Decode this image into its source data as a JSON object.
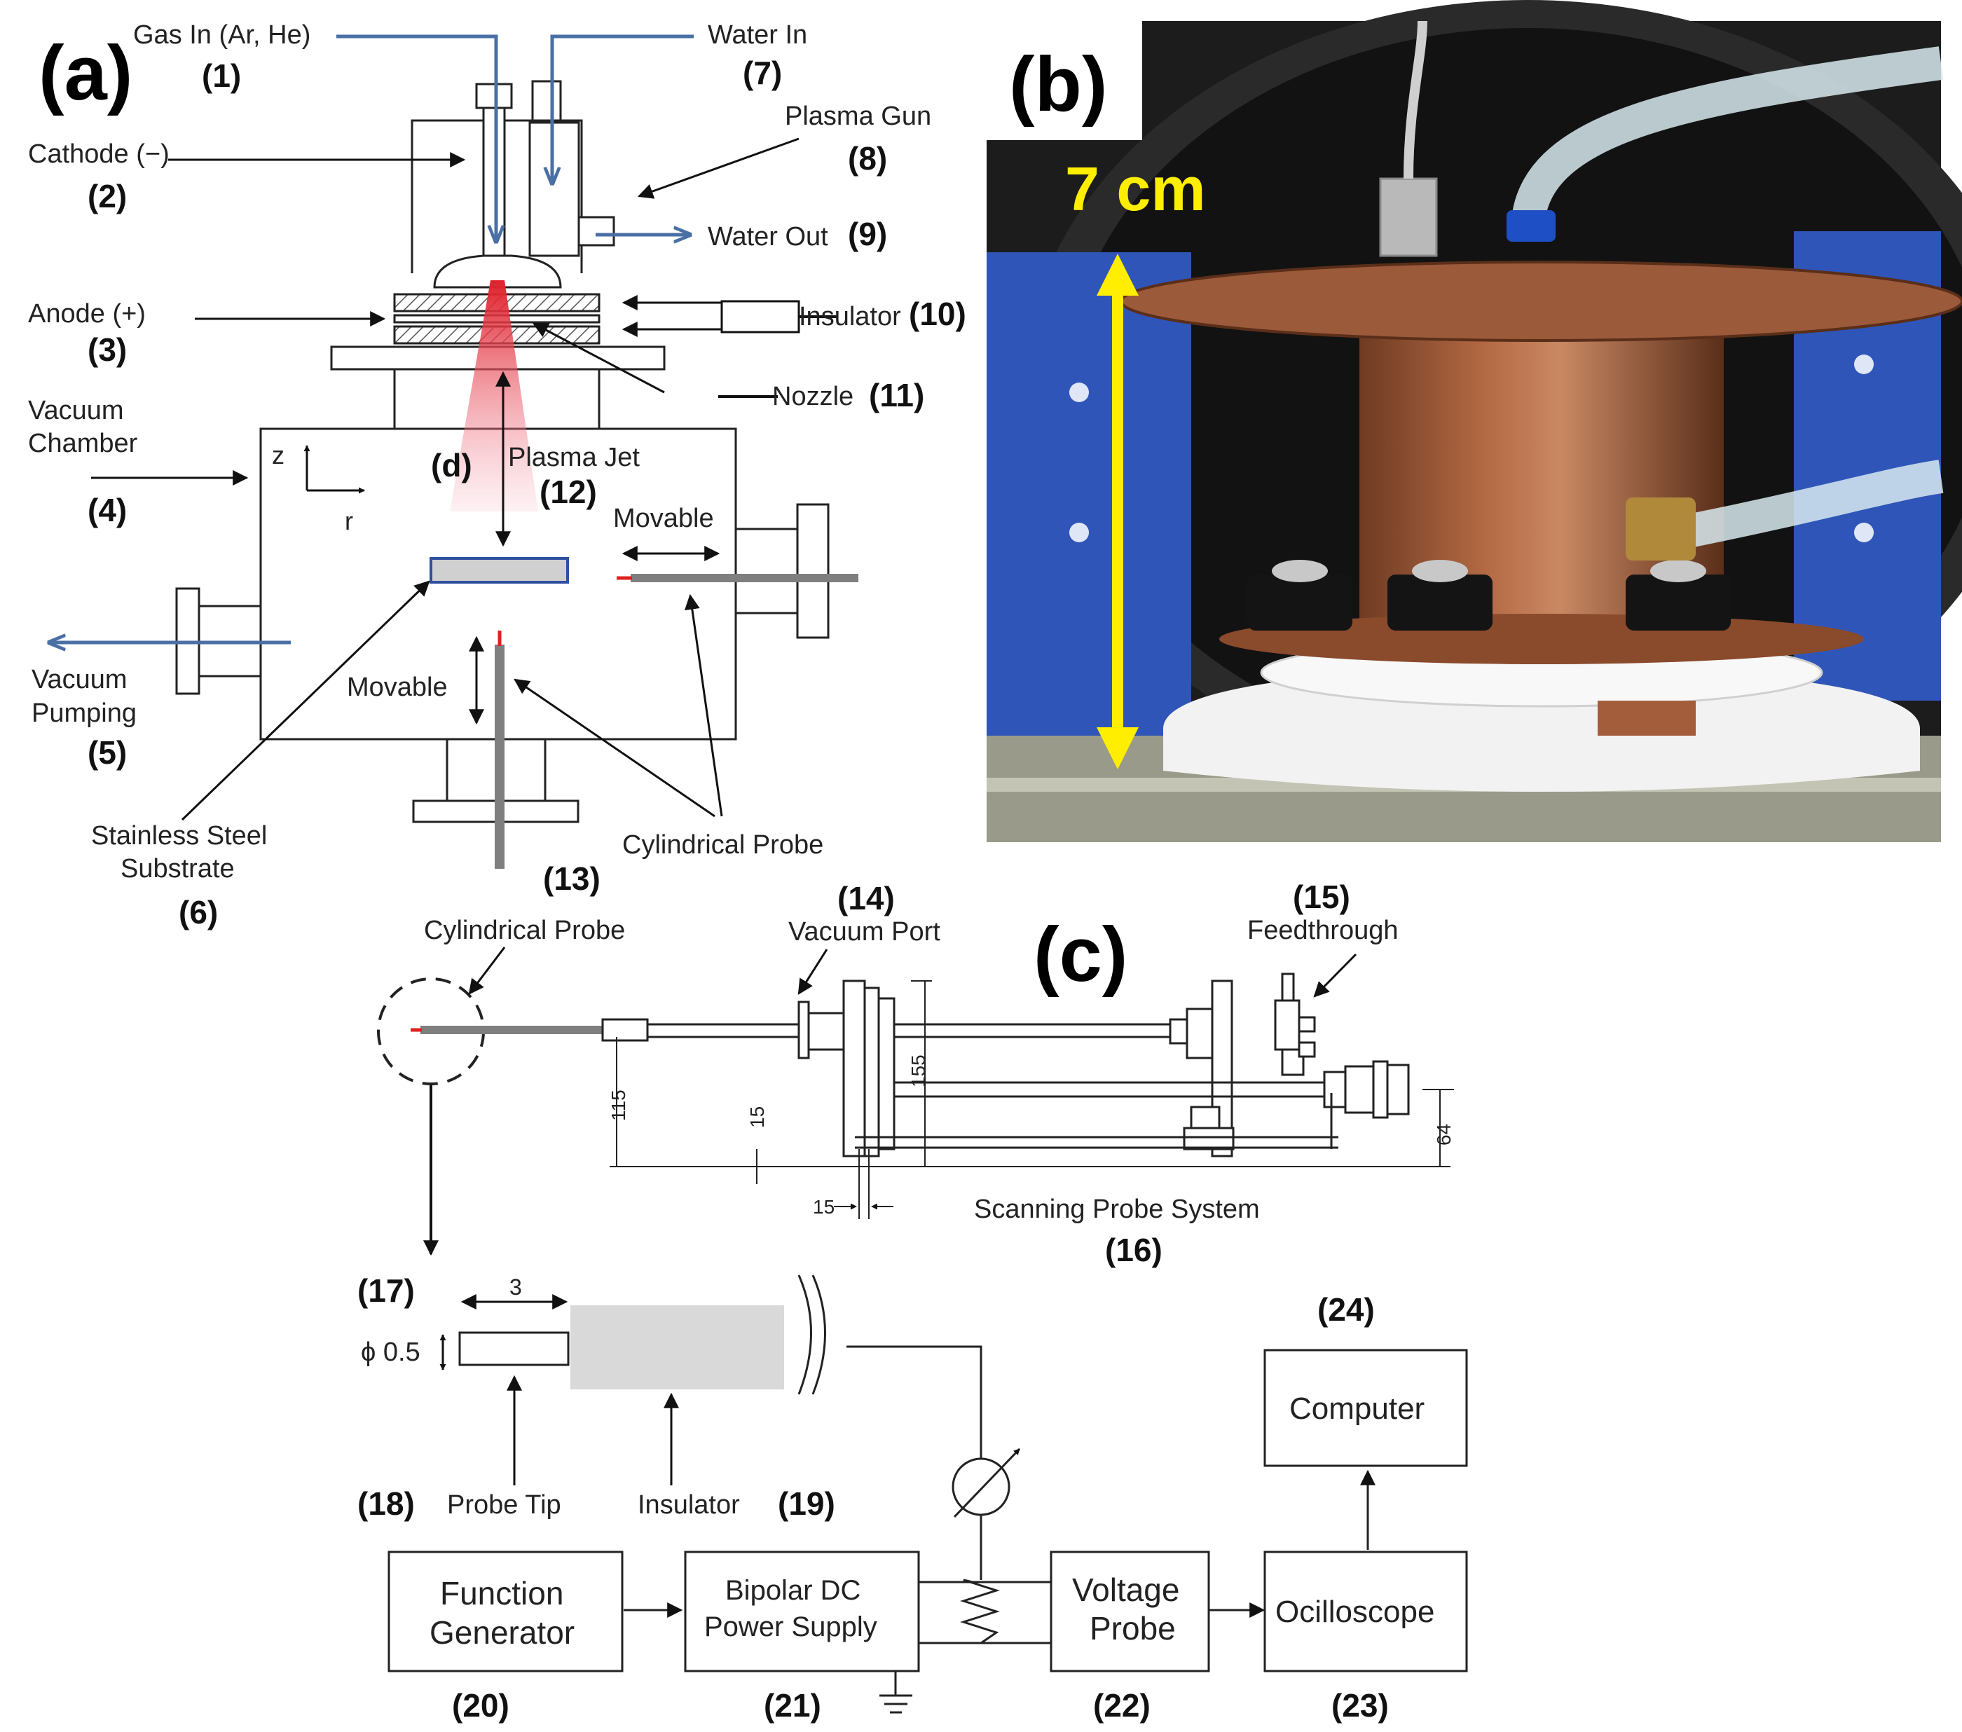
{
  "panels": {
    "a": "(a)",
    "b": "(b)",
    "c": "(c)"
  },
  "panel_a": {
    "gas_in": "Gas In (Ar, He)",
    "n1": "(1)",
    "water_in": "Water In",
    "n7": "(7)",
    "cathode": "Cathode (−)",
    "n2": "(2)",
    "plasma_gun": "Plasma Gun",
    "n8": "(8)",
    "water_out": "Water Out",
    "n9": "(9)",
    "anode": "Anode (+)",
    "n3": "(3)",
    "insulator": "Insulator",
    "n10": "(10)",
    "nozzle": "Nozzle",
    "n11": "(11)",
    "vacuum_chamber_1": "Vacuum",
    "vacuum_chamber_2": "Chamber",
    "n4": "(4)",
    "axis_z": "z",
    "axis_r": "r",
    "d_label": "(d)",
    "plasma_jet": "Plasma Jet",
    "n12": "(12)",
    "movable_h": "Movable",
    "movable_v": "Movable",
    "vacuum_pumping_1": "Vacuum",
    "vacuum_pumping_2": "Pumping",
    "n5": "(5)",
    "substrate_1": "Stainless Steel",
    "substrate_2": "Substrate",
    "n6": "(6)",
    "cyl_probe": "Cylindrical Probe",
    "n13": "(13)"
  },
  "panel_b": {
    "scale_label": "7 cm",
    "scale_color": "#ffff00"
  },
  "panel_c": {
    "cyl_probe": "Cylindrical Probe",
    "n14": "(14)",
    "vacuum_port": "Vacuum Port",
    "n15": "(15)",
    "feedthrough": "Feedthrough",
    "dim_115": "115",
    "dim_155": "155",
    "dim_15_v": "15",
    "dim_15_h": "15",
    "dim_64": "64",
    "scanning_system": "Scanning Probe System",
    "n16": "(16)",
    "n17": "(17)",
    "dim_3": "3",
    "phi": "ϕ 0.5",
    "probe_tip": "Probe Tip",
    "n18": "(18)",
    "insulator": "Insulator",
    "n19": "(19)",
    "n24": "(24)",
    "computer": "Computer",
    "fg_1": "Function",
    "fg_2": "Generator",
    "n20": "(20)",
    "ps_1": "Bipolar DC",
    "ps_2": "Power Supply",
    "n21": "(21)",
    "vp_1": "Voltage",
    "vp_2": "Probe",
    "n22": "(22)",
    "osc": "Ocilloscope",
    "n23": "(23)"
  },
  "colors": {
    "flow_arrow": "#4a6fa5",
    "plasma": "#e0202a",
    "substrate_fill": "#d0d0d0",
    "substrate_edge": "#2f4f9f",
    "probe": "#808080"
  }
}
